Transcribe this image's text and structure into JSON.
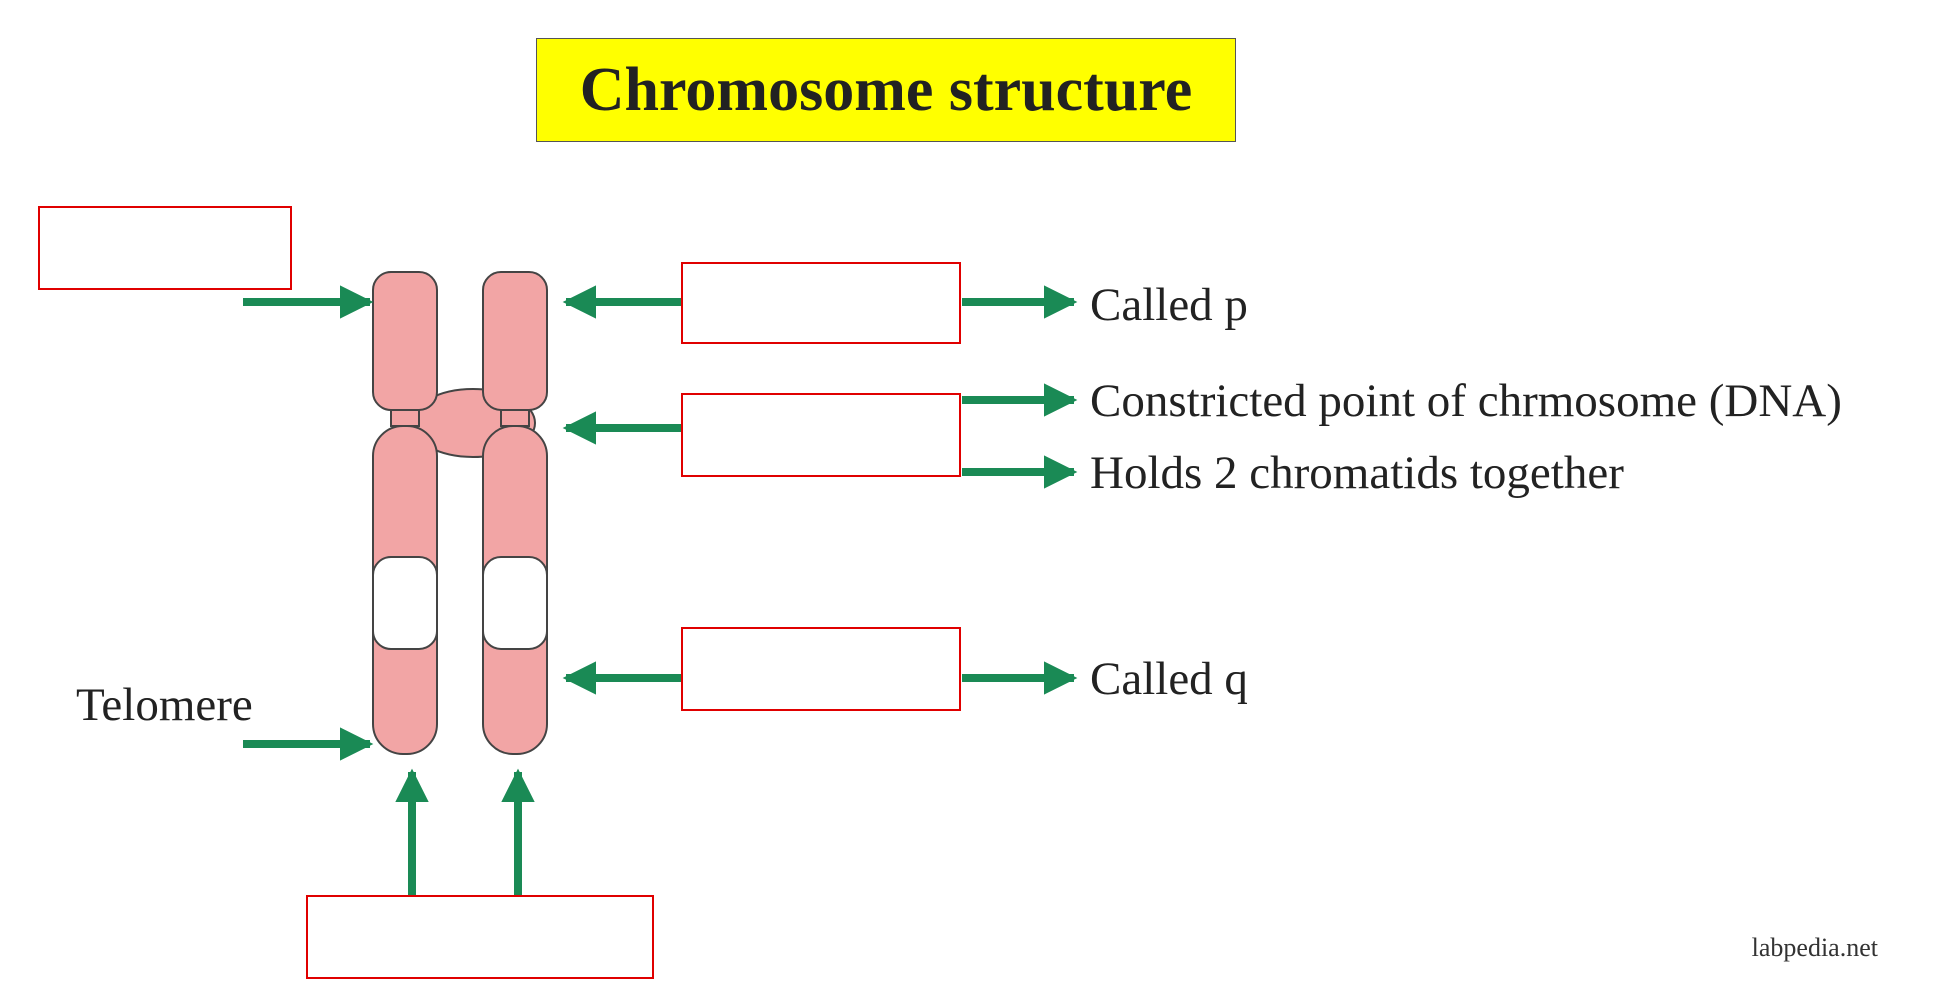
{
  "title": "Chromosome structure",
  "colors": {
    "title_bg": "#ffff00",
    "chromatid_fill": "#f2a5a5",
    "band_fill": "#ffffff",
    "arrow": "#1a8a55",
    "blank_box_border": "#e00000"
  },
  "labels": {
    "called_p": "Called p",
    "constricted_point": "Constricted point of chrmosome (DNA)",
    "holds_chromatids": "Holds 2 chromatids together",
    "called_q": "Called q",
    "telomere": "Telomere"
  },
  "watermark": "labpedia.net"
}
